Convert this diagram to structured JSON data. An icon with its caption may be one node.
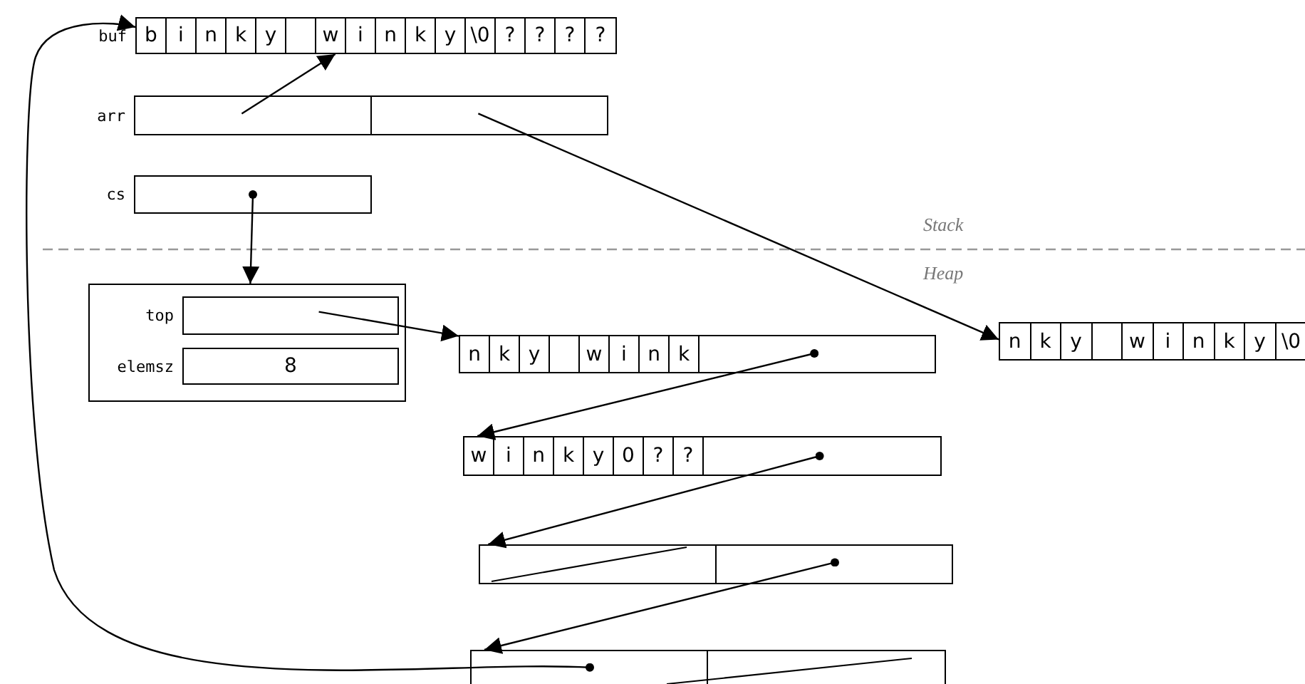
{
  "diagram": {
    "nodes": [
      {
        "text": [
          "buf",
          "b",
          "i",
          "n",
          "k",
          "y",
          "w",
          "i",
          "n",
          "k",
          "y",
          "\\0",
          "?",
          "?",
          "?",
          "?"
        ]
      },
      {
        "text": [
          "arr"
        ]
      },
      {
        "text": [],
        "shape": "box",
        "in": 1
      },
      {
        "text": [],
        "shape": "box",
        "in": 1
      },
      {
        "text": [
          "cs"
        ]
      },
      {
        "text": [],
        "shape": "box"
      },
      {
        "text": [
          "top"
        ],
        "in": 5
      },
      {
        "text": [
          "elemsz",
          "8"
        ],
        "in": 5
      },
      {
        "text": [
          "n",
          "k",
          "y",
          "w",
          "i",
          "n",
          "k"
        ]
      },
      {
        "text": [
          "w",
          "i",
          "n",
          "k",
          "y",
          "0",
          "?",
          "?"
        ]
      },
      {
        "text": [],
        "shape": "box"
      },
      {
        "text": [],
        "shape": "box",
        "in": 10
      },
      {
        "text": [],
        "shape": "box",
        "in": 10
      },
      {
        "text": [],
        "shape": "box"
      },
      {
        "text": [],
        "shape": "box",
        "in": 13
      },
      {
        "text": [],
        "shape": "box",
        "in": 13
      },
      {
        "text": [
          "n",
          "k",
          "y",
          "w",
          "i",
          "n",
          "k",
          "y",
          "\\0"
        ]
      }
    ],
    "edges": [
      {
        "from": 2,
        "to": 0,
        "arrow": "to"
      },
      {
        "from": 3,
        "to": 16,
        "arrow": "to"
      },
      {
        "from": 4,
        "to": 5,
        "arrow": "to"
      },
      {
        "from": 6,
        "to": 8,
        "arrow": "to"
      },
      {
        "from": 8,
        "to": 9,
        "arrow": "to"
      },
      {
        "from": 9,
        "to": 10,
        "arrow": "to"
      },
      {
        "from": 12,
        "to": 13,
        "arrow": "to"
      },
      {
        "from": 14,
        "to": 0,
        "arrow": "to"
      }
    ],
    "labels": [
      "Stack",
      "Heap"
    ]
  }
}
